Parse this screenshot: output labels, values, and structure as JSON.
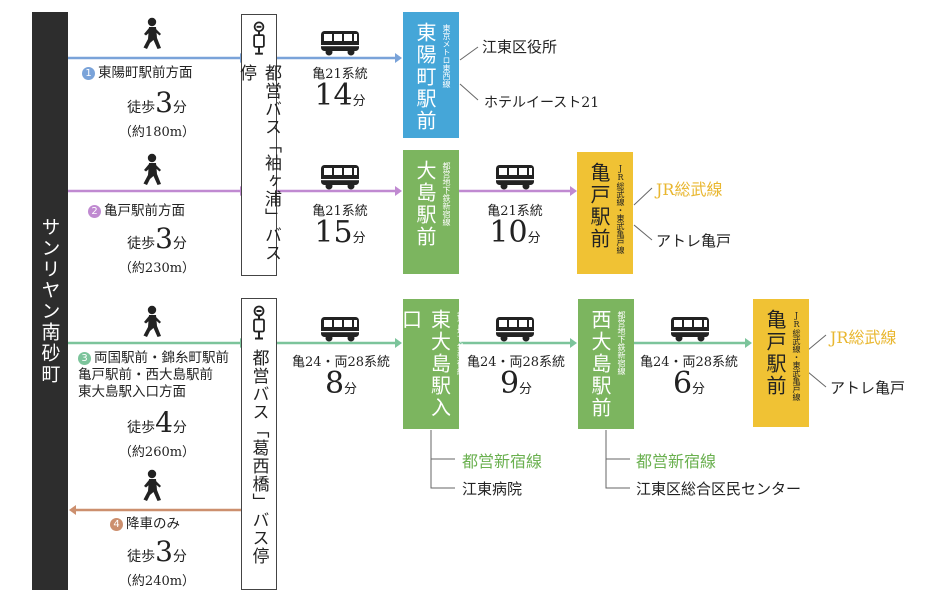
{
  "origin": "サンリヤン南砂町",
  "colors": {
    "blue_line": "#7aa3d9",
    "purple_line": "#c08ad1",
    "green_line": "#7cc49b",
    "orange_line": "#cc8f6e",
    "blue_station": "#45a6d8",
    "green_station": "#7cb55f",
    "yellow_station": "#f0c234",
    "jr_text": "#e9b730",
    "toei_text": "#6ab04f"
  },
  "routes": {
    "r1": {
      "num": "1",
      "direction": "東陽町駅前方面",
      "walk_prefix": "徒歩",
      "walk_min": "3",
      "walk_unit": "分",
      "distance": "（約180m）"
    },
    "r2": {
      "num": "2",
      "direction": "亀戸駅前方面",
      "walk_prefix": "徒歩",
      "walk_min": "3",
      "walk_unit": "分",
      "distance": "（約230m）"
    },
    "r3": {
      "num": "3",
      "direction_lines": [
        "両国駅前・錦糸町駅前",
        "亀戸駅前・西大島駅前",
        "東大島駅入口方面"
      ],
      "walk_prefix": "徒歩",
      "walk_min": "4",
      "walk_unit": "分",
      "distance": "（約260m）"
    },
    "r4": {
      "num": "4",
      "direction": "降車のみ",
      "walk_prefix": "徒歩",
      "walk_min": "3",
      "walk_unit": "分",
      "distance": "（約240m）"
    }
  },
  "bus_stops": {
    "top": "都営バス「袖ヶ浦」バス停",
    "bottom": "都営バス「葛西橋」バス停"
  },
  "segments": {
    "s1": {
      "route": "亀21系統",
      "min": "14",
      "unit": "分"
    },
    "s2": {
      "route": "亀21系統",
      "min": "15",
      "unit": "分"
    },
    "s3": {
      "route": "亀21系統",
      "min": "10",
      "unit": "分"
    },
    "s4": {
      "route": "亀24・両28系統",
      "min": "8",
      "unit": "分"
    },
    "s5": {
      "route": "亀24・両28系統",
      "min": "9",
      "unit": "分"
    },
    "s6": {
      "route": "亀24・両28系統",
      "min": "6",
      "unit": "分"
    }
  },
  "stations": {
    "toyocho": {
      "name": "東陽町駅前",
      "sub": "東京メトロ東西線"
    },
    "ojima": {
      "name": "大島駅前",
      "sub": "都営地下鉄新宿線"
    },
    "kameido1": {
      "name": "亀戸駅前",
      "sub": "JR総武線・東武亀戸線"
    },
    "higashiojima": {
      "name": "東大島駅入口",
      "sub": "都営地下鉄新宿線"
    },
    "nishiojima": {
      "name": "西大島駅前",
      "sub": "都営地下鉄新宿線"
    },
    "kameido2": {
      "name": "亀戸駅前",
      "sub": "JR総武線・東武亀戸線"
    }
  },
  "destinations": {
    "koto_office": "江東区役所",
    "hotel": "ホテルイースト21",
    "jr_sobu_1": "JR総武線",
    "atre_1": "アトレ亀戸",
    "jr_sobu_2": "JR総武線",
    "atre_2": "アトレ亀戸",
    "shinjuku_1": "都営新宿線",
    "hospital": "江東病院",
    "shinjuku_2": "都営新宿線",
    "civic_center": "江東区総合区民センター"
  }
}
